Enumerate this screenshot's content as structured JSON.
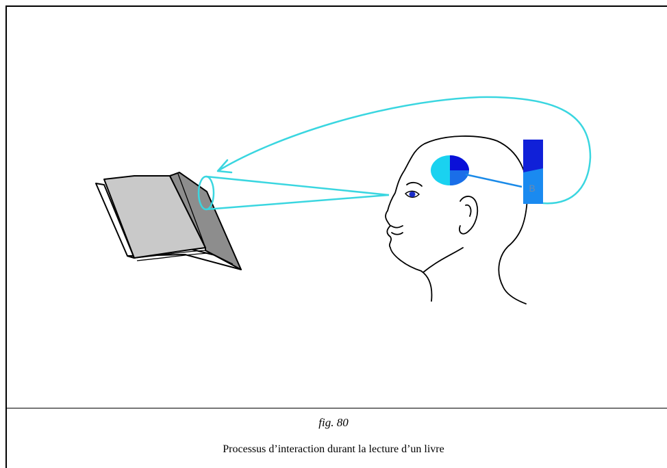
{
  "figure": {
    "number_label": "fig. 80",
    "caption": "Processus d’interaction durant la lecture d’un livre",
    "memory_block_label": "B"
  },
  "colors": {
    "cyan_stroke": "#3ad6e0",
    "eye_disc": "#1ad2f0",
    "eye_disc_dark": "#0a10d8",
    "block_dark": "#1020d8",
    "block_light": "#1a8af0",
    "book_page_light": "#c8c8c8",
    "book_page_dark": "#8c8c8c"
  }
}
